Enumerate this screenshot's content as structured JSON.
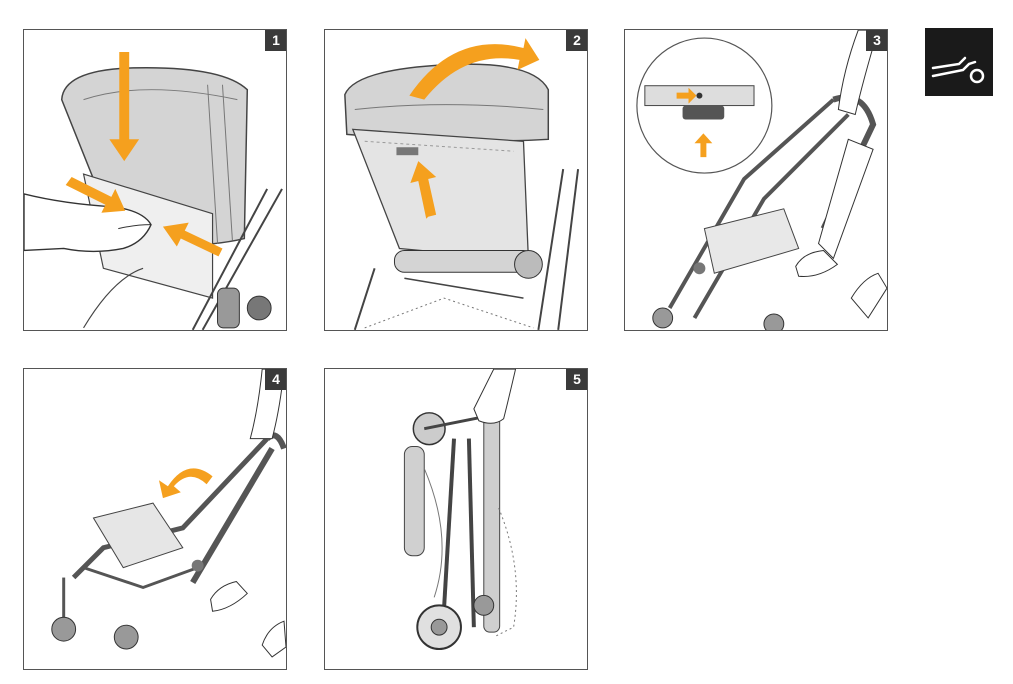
{
  "steps": [
    {
      "number": "1"
    },
    {
      "number": "2"
    },
    {
      "number": "3"
    },
    {
      "number": "4"
    },
    {
      "number": "5"
    }
  ],
  "brand_icon": "stroller-fold-icon",
  "colors": {
    "accent_arrow": "#f5a01e",
    "badge": "#3a3a3a",
    "frame": "#555555",
    "fabric": "#d9d9d9"
  }
}
